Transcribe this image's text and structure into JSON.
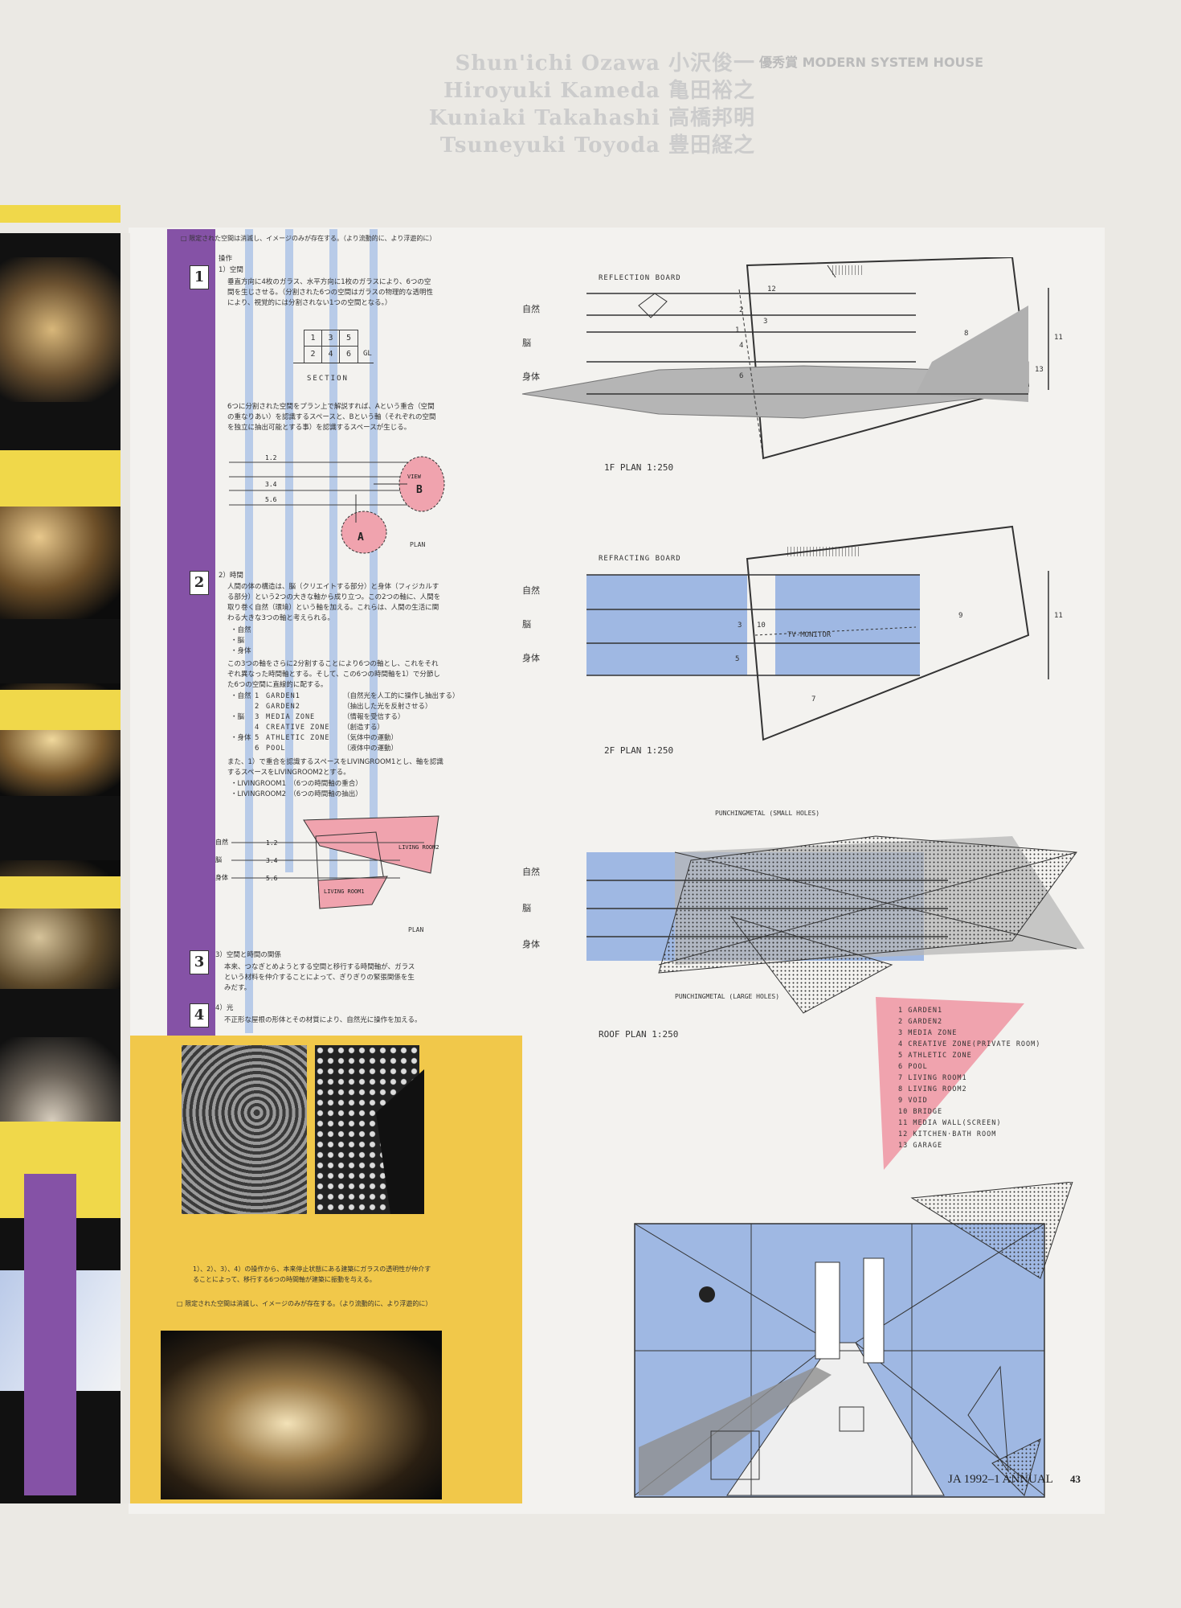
{
  "header": {
    "names": [
      "Shun'ichi Ozawa 小沢俊一",
      "Hiroyuki Kameda 亀田裕之",
      "Kuniaki Takahashi 高橋邦明",
      "Tsuneyuki Toyoda 豊田経之"
    ],
    "award": "優秀賞 MODERN SYSTEM HOUSE"
  },
  "intro_line": "□ 限定された空間は消滅し、イメージのみが存在する。（より流動的に、より浮遊的に）",
  "op1": {
    "heading": "操作",
    "title": "1）空間",
    "icon": "1",
    "body": "垂直方向に4枚のガラス、水平方向に1枚のガラスにより、6つの空間を生じさせる。（分割された6つの空間はガラスの物理的な透明性により、視覚的には分割されない1つの空間となる。）",
    "grid": [
      "1",
      "3",
      "5",
      "2",
      "4",
      "6"
    ],
    "gl": "GL",
    "section_label": "SECTION",
    "body2": "6つに分割された空間をプラン上で解説すれば、Aという重合（空間の重なりあい）を認識するスペースと、Bという軸（それぞれの空間を独立に抽出可能とする事）を認識するスペースが生じる。",
    "rows": [
      "1.2",
      "3.4",
      "5.6"
    ],
    "view_label": "VIEW",
    "view_a": "A",
    "view_b": "B",
    "plan_label": "PLAN"
  },
  "op2": {
    "title": "2）時間",
    "icon": "2",
    "body": "人間の体の構造は、脳（クリエイトする部分）と身体（フィジカルする部分）という2つの大きな軸から成り立つ。この2つの軸に、人間を取り巻く自然（環境）という軸を加える。これらは、人間の生活に関わる大きな3つの軸と考えられる。",
    "axes": [
      "・自然",
      "・脳",
      "・身体"
    ],
    "body2": "この3つの軸をさらに2分割することにより6つの軸とし、これをそれぞれ異なった時間軸とする。そして、この6つの時間軸を1）で分節した6つの空間に直線的に配する。",
    "zones": [
      {
        "axis": "・自然",
        "n": "1",
        "name": "GARDEN1",
        "note": "（自然光を人工的に操作し抽出する）"
      },
      {
        "axis": "",
        "n": "2",
        "name": "GARDEN2",
        "note": "（抽出した光を反射させる）"
      },
      {
        "axis": "・脳",
        "n": "3",
        "name": "MEDIA ZONE",
        "note": "（情報を受信する）"
      },
      {
        "axis": "",
        "n": "4",
        "name": "CREATIVE ZONE",
        "note": "（創造する）"
      },
      {
        "axis": "・身体",
        "n": "5",
        "name": "ATHLETIC ZONE",
        "note": "（気体中の運動）"
      },
      {
        "axis": "",
        "n": "6",
        "name": "POOL",
        "note": "（液体中の運動）"
      }
    ],
    "body3": "また、1）で重合を認識するスペースをLIVINGROOM1とし、軸を認識するスペースをLIVINGROOM2とする。",
    "lr": [
      "・LIVINGROOM1　（6つの時間軸の重合）",
      "・LIVINGROOM2　（6つの時間軸の抽出）"
    ],
    "diagram_axes": [
      "自然",
      "脳",
      "身体"
    ],
    "diagram_rows": [
      "1.2",
      "3.4",
      "5.6"
    ],
    "living2": "LIVING ROOM2",
    "living1": "LIVING ROOM1",
    "plan_label": "PLAN"
  },
  "op3": {
    "icon": "3",
    "title": "3）空間と時間の関係",
    "body": "本来、つなぎとめようとする空間と移行する時間軸が、ガラスという材料を仲介することによって、ぎりぎりの緊張関係を生みだす。"
  },
  "op4": {
    "icon": "4",
    "title": "4）光",
    "body": "不正形な屋根の形体とその材質により、自然光に操作を加える。"
  },
  "yellow": {
    "caption": "1）、2）、3）、4）の操作から、本来停止状態にある建築にガラスの透明性が仲介することによって、移行する6つの時間軸が建築に振動を与える。",
    "closing": "□ 限定された空間は消滅し、イメージのみが存在する。（より流動的に、より浮遊的に）"
  },
  "plan1f": {
    "label_board": "REFLECTION BOARD",
    "axes": [
      "自然",
      "脳",
      "身体"
    ],
    "nums": [
      "12",
      "2",
      "1",
      "4",
      "3",
      "6",
      "8",
      "11",
      "13"
    ],
    "title": "1F PLAN  1:250"
  },
  "plan2f": {
    "label_board": "REFRACTING BOARD",
    "axes": [
      "自然",
      "脳",
      "身体"
    ],
    "nums": [
      "3",
      "10",
      "5",
      "9",
      "11",
      "7"
    ],
    "tv": "TV-MONITOR",
    "title": "2F PLAN  1:250"
  },
  "roof": {
    "small": "PUNCHINGMETAL (SMALL HOLES)",
    "large": "PUNCHINGMETAL (LARGE HOLES)",
    "axes": [
      "自然",
      "脳",
      "身体"
    ],
    "title": "ROOF PLAN  1:250"
  },
  "legend": [
    "1  GARDEN1",
    "2  GARDEN2",
    "3  MEDIA ZONE",
    "4  CREATIVE ZONE(PRIVATE ROOM)",
    "5  ATHLETIC ZONE",
    "6  POOL",
    "7  LIVING ROOM1",
    "8  LIVING ROOM2",
    "9  VOID",
    "10  BRIDGE",
    "11  MEDIA WALL(SCREEN)",
    "12  KITCHEN·BATH ROOM",
    "13  GARAGE"
  ],
  "footer": {
    "mag": "JA 1992–1 ANNUAL",
    "page": "43"
  },
  "colors": {
    "purple": "#8552a6",
    "yellow": "#f1c84a",
    "blue": "#9fb8e3",
    "pink": "#f0a3ae"
  }
}
